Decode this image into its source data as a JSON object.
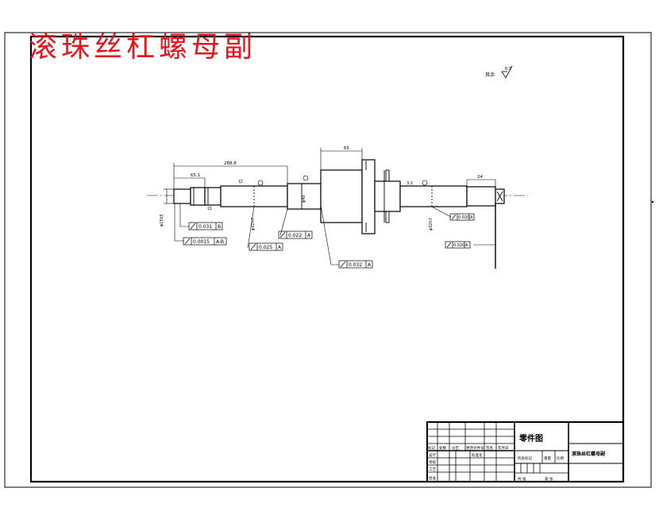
{
  "drawing": {
    "title": "滚珠丝杠螺母副",
    "roughness_symbol": "其余",
    "roughness_value": "6.3",
    "dimensions": [
      "288.8",
      "65.1",
      "65",
      "24",
      "3.2"
    ],
    "tolerances": [
      {
        "value": "0.031",
        "datum": "B"
      },
      {
        "value": "0.0015",
        "datum": "A-B"
      },
      {
        "value": "0.025",
        "datum": "A"
      },
      {
        "value": "0.022",
        "datum": "A"
      },
      {
        "value": "0.032",
        "datum": "A"
      },
      {
        "value": "0.020",
        "datum": "A"
      },
      {
        "value": "0.020",
        "datum": "A"
      }
    ]
  },
  "title_block": {
    "part_label": "零件图",
    "drawing_name": "滚珠丝杠螺母副",
    "row_labels": [
      "标记",
      "处数",
      "分区",
      "更改文件号",
      "签名",
      "年月日"
    ],
    "design": "设计",
    "check": "审核",
    "process": "工艺",
    "approve": "批准",
    "standardize": "标准化",
    "stage_label": "阶段标记",
    "weight": "重量",
    "scale": "比例",
    "sheets": "共 张",
    "sheet_no": "第 张"
  }
}
